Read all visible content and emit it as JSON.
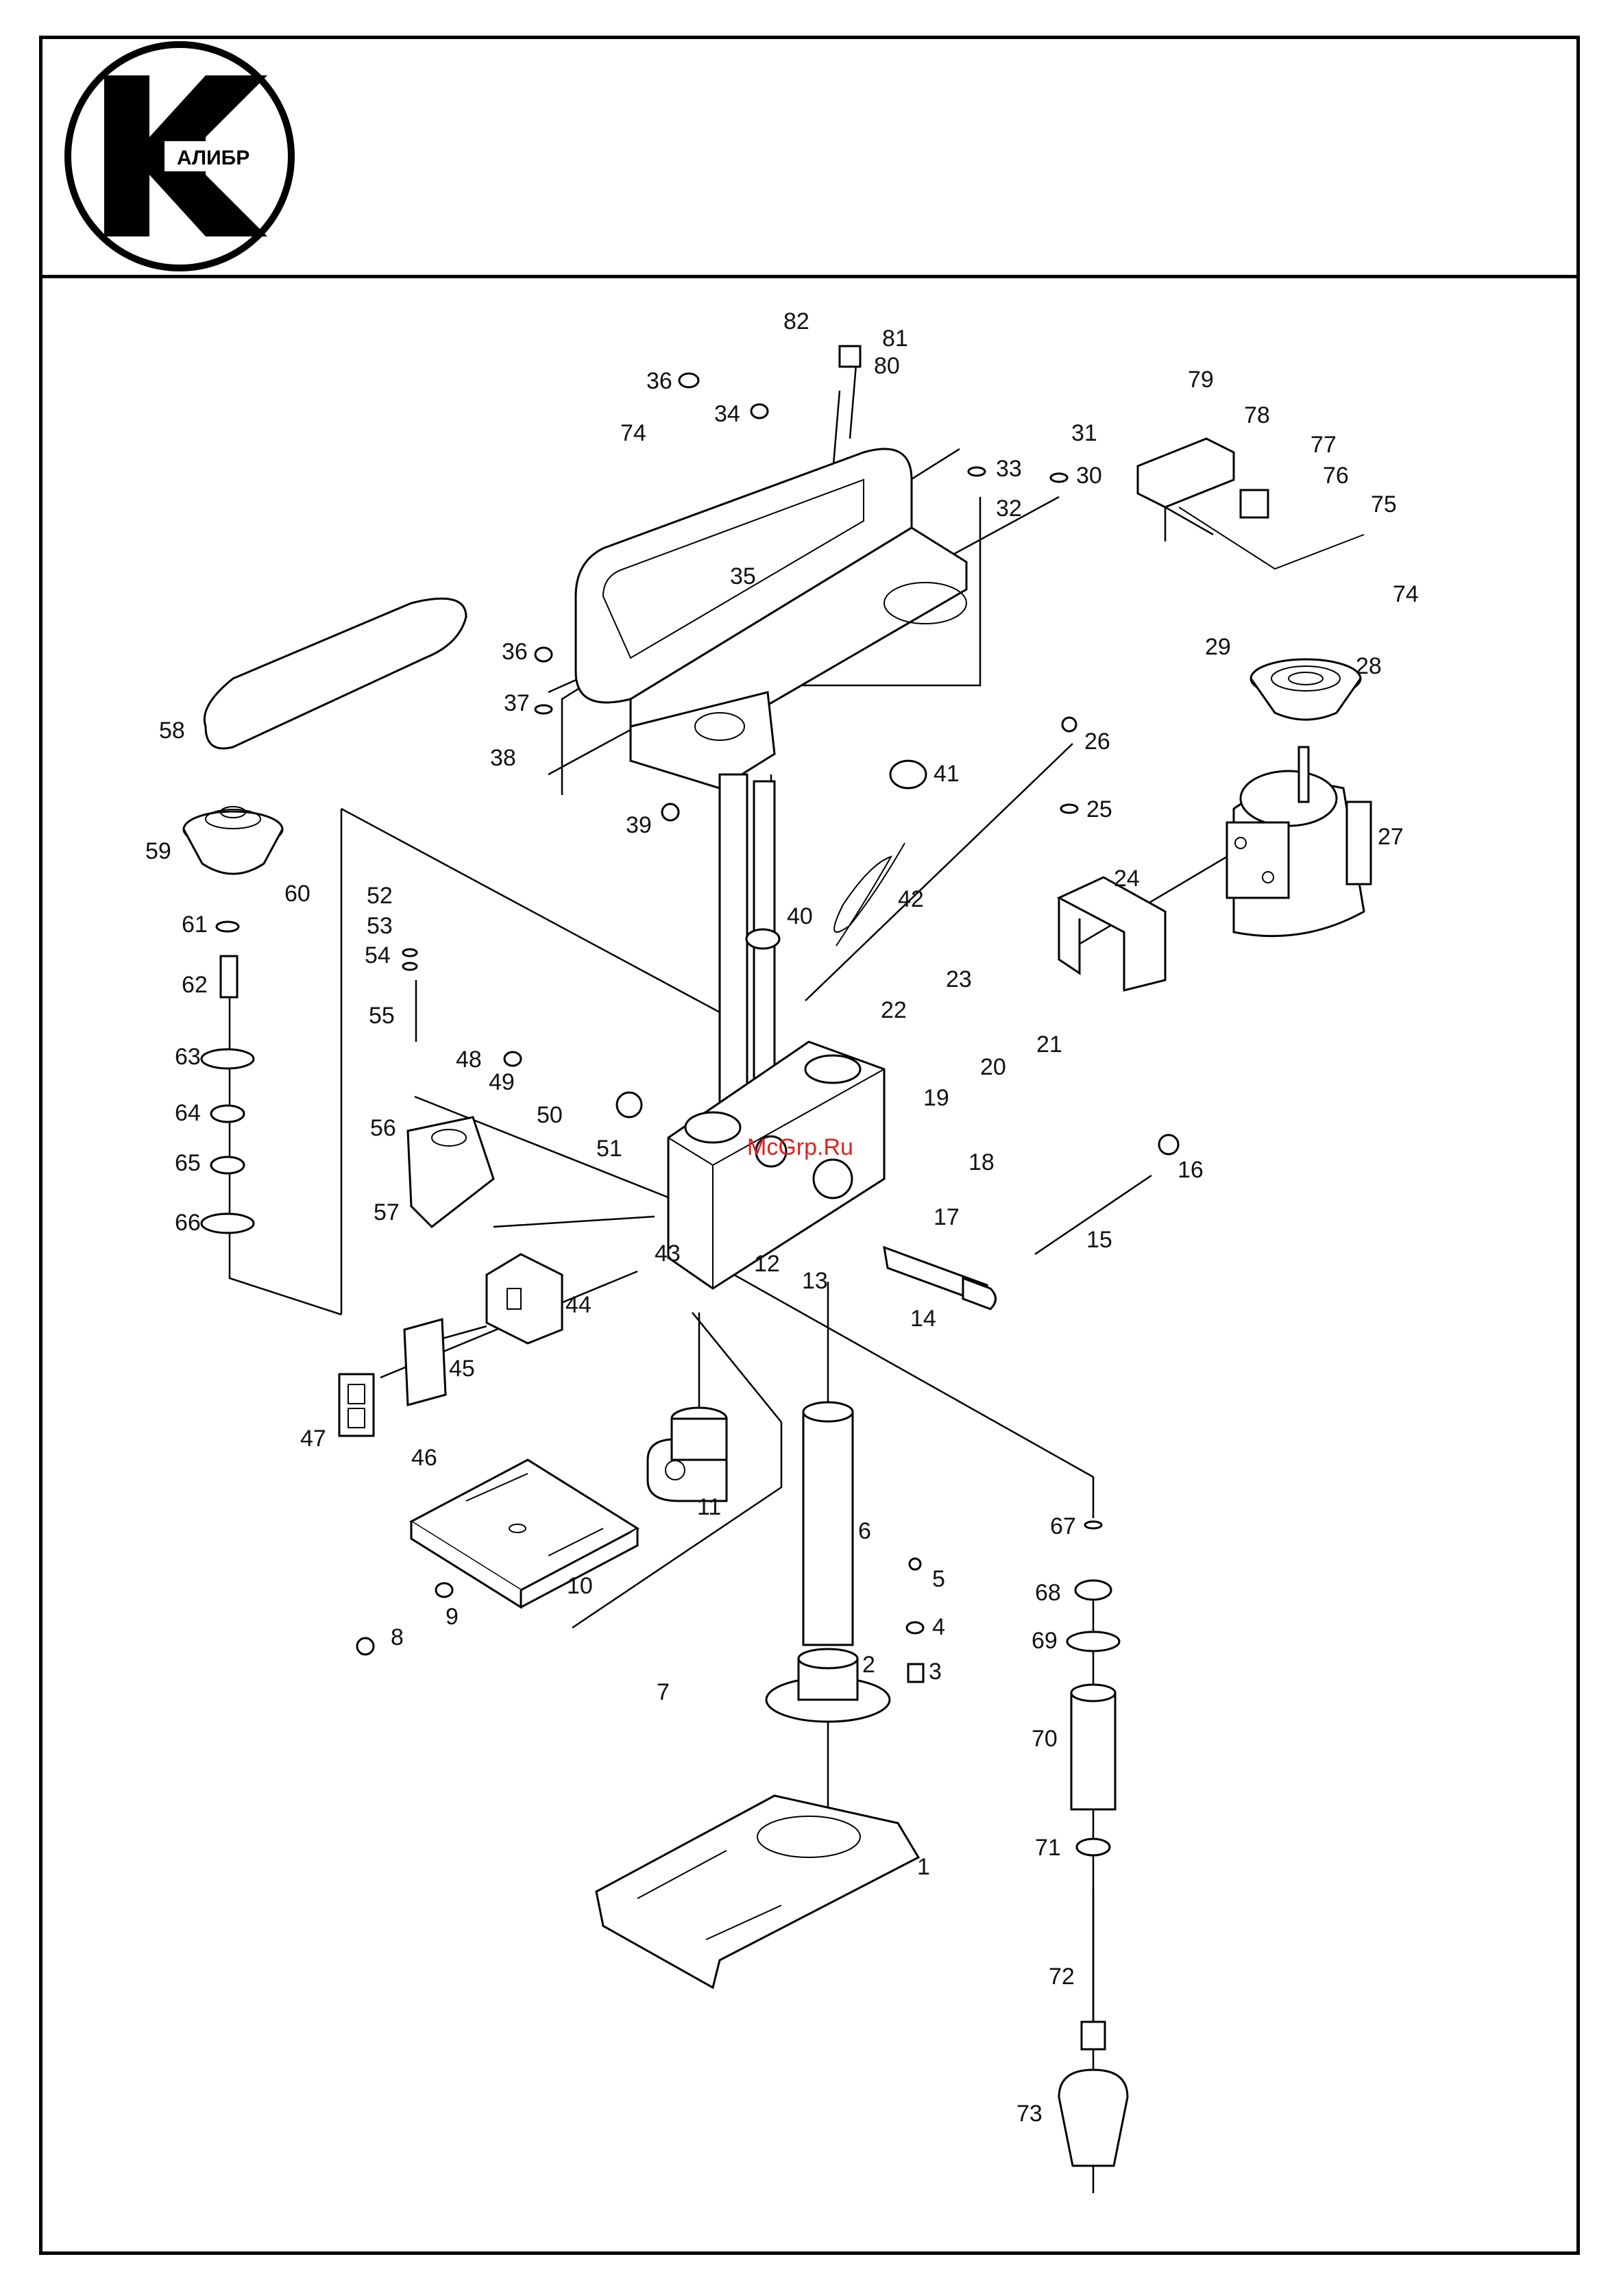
{
  "logo": {
    "text": "АЛИБР"
  },
  "watermark": "McGrp.Ru",
  "labels": [
    {
      "id": "1",
      "text": "1"
    },
    {
      "id": "2",
      "text": "2"
    },
    {
      "id": "3",
      "text": "3"
    },
    {
      "id": "4",
      "text": "4"
    },
    {
      "id": "5",
      "text": "5"
    },
    {
      "id": "6",
      "text": "6"
    },
    {
      "id": "7",
      "text": "7"
    },
    {
      "id": "8",
      "text": "8"
    },
    {
      "id": "9",
      "text": "9"
    },
    {
      "id": "10",
      "text": "10"
    },
    {
      "id": "11",
      "text": "11"
    },
    {
      "id": "12",
      "text": "12"
    },
    {
      "id": "13",
      "text": "13"
    },
    {
      "id": "14",
      "text": "14"
    },
    {
      "id": "15",
      "text": "15"
    },
    {
      "id": "16",
      "text": "16"
    },
    {
      "id": "17",
      "text": "17"
    },
    {
      "id": "18",
      "text": "18"
    },
    {
      "id": "19",
      "text": "19"
    },
    {
      "id": "20",
      "text": "20"
    },
    {
      "id": "21",
      "text": "21"
    },
    {
      "id": "22",
      "text": "22"
    },
    {
      "id": "23",
      "text": "23"
    },
    {
      "id": "24",
      "text": "24"
    },
    {
      "id": "25",
      "text": "25"
    },
    {
      "id": "26",
      "text": "26"
    },
    {
      "id": "27",
      "text": "27"
    },
    {
      "id": "28",
      "text": "28"
    },
    {
      "id": "29",
      "text": "29"
    },
    {
      "id": "30",
      "text": "30"
    },
    {
      "id": "31",
      "text": "31"
    },
    {
      "id": "32",
      "text": "32"
    },
    {
      "id": "33",
      "text": "33"
    },
    {
      "id": "34",
      "text": "34"
    },
    {
      "id": "35",
      "text": "35"
    },
    {
      "id": "36a",
      "text": "36"
    },
    {
      "id": "36b",
      "text": "36"
    },
    {
      "id": "37",
      "text": "37"
    },
    {
      "id": "38",
      "text": "38"
    },
    {
      "id": "39",
      "text": "39"
    },
    {
      "id": "40",
      "text": "40"
    },
    {
      "id": "41",
      "text": "41"
    },
    {
      "id": "42",
      "text": "42"
    },
    {
      "id": "43",
      "text": "43"
    },
    {
      "id": "44",
      "text": "44"
    },
    {
      "id": "45",
      "text": "45"
    },
    {
      "id": "46",
      "text": "46"
    },
    {
      "id": "47",
      "text": "47"
    },
    {
      "id": "48",
      "text": "48"
    },
    {
      "id": "49",
      "text": "49"
    },
    {
      "id": "50",
      "text": "50"
    },
    {
      "id": "51",
      "text": "51"
    },
    {
      "id": "52",
      "text": "52"
    },
    {
      "id": "53",
      "text": "53"
    },
    {
      "id": "54",
      "text": "54"
    },
    {
      "id": "55",
      "text": "55"
    },
    {
      "id": "56",
      "text": "56"
    },
    {
      "id": "57",
      "text": "57"
    },
    {
      "id": "58",
      "text": "58"
    },
    {
      "id": "59",
      "text": "59"
    },
    {
      "id": "60",
      "text": "60"
    },
    {
      "id": "61",
      "text": "61"
    },
    {
      "id": "62",
      "text": "62"
    },
    {
      "id": "63",
      "text": "63"
    },
    {
      "id": "64",
      "text": "64"
    },
    {
      "id": "65",
      "text": "65"
    },
    {
      "id": "66",
      "text": "66"
    },
    {
      "id": "67",
      "text": "67"
    },
    {
      "id": "68",
      "text": "68"
    },
    {
      "id": "69",
      "text": "69"
    },
    {
      "id": "70",
      "text": "70"
    },
    {
      "id": "71",
      "text": "71"
    },
    {
      "id": "72",
      "text": "72"
    },
    {
      "id": "73",
      "text": "73"
    },
    {
      "id": "74a",
      "text": "74"
    },
    {
      "id": "74b",
      "text": "74"
    },
    {
      "id": "75",
      "text": "75"
    },
    {
      "id": "76",
      "text": "76"
    },
    {
      "id": "77",
      "text": "77"
    },
    {
      "id": "78",
      "text": "78"
    },
    {
      "id": "79",
      "text": "79"
    },
    {
      "id": "80",
      "text": "80"
    },
    {
      "id": "81",
      "text": "81"
    },
    {
      "id": "82",
      "text": "82"
    }
  ]
}
